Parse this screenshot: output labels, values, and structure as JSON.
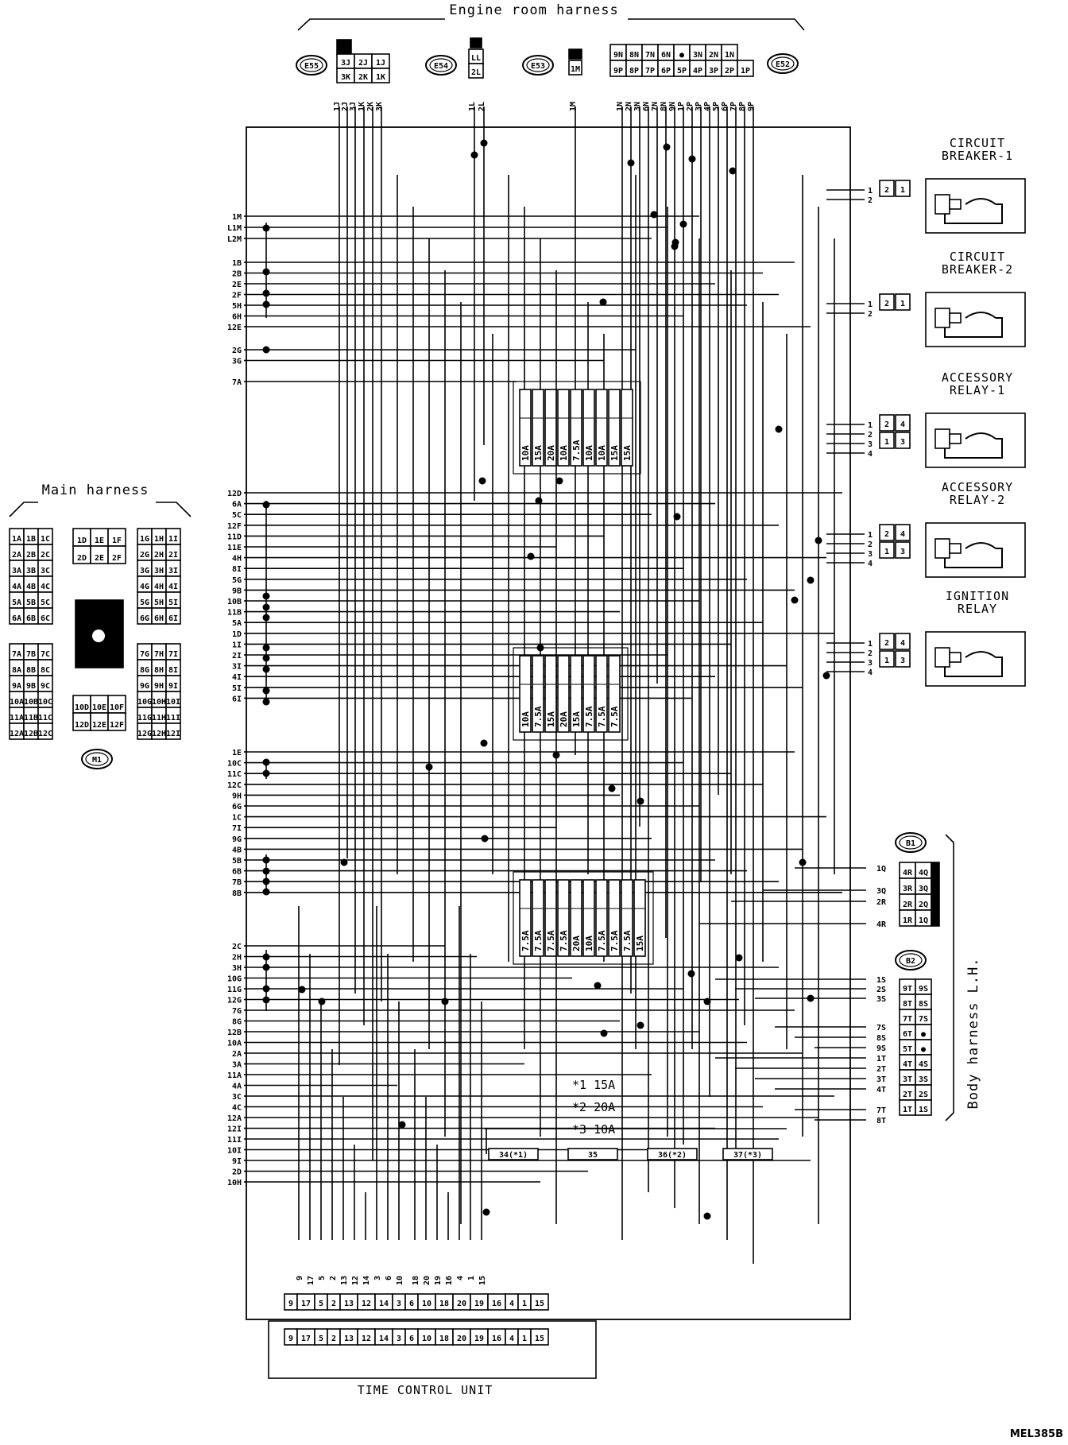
{
  "engine_room_harness": {
    "title": "Engine room harness",
    "connectors": [
      {
        "id": "E55",
        "pins": [
          [
            "3J",
            "2J",
            "1J"
          ],
          [
            "3K",
            "2K",
            "1K"
          ]
        ]
      },
      {
        "id": "E54",
        "pins": [
          [
            "LL"
          ],
          [
            "2L"
          ]
        ]
      },
      {
        "id": "E53",
        "pins": [
          [
            "1M"
          ]
        ]
      },
      {
        "id": "E52",
        "pins": [
          [
            "9N",
            "8N",
            "7N",
            "6N",
            "●",
            "3N",
            "2N",
            "1N"
          ],
          [
            "9P",
            "8P",
            "7P",
            "6P",
            "5P",
            "4P",
            "3P",
            "2P",
            "1P"
          ]
        ]
      }
    ],
    "top_pins": [
      "1J",
      "2J",
      "3J",
      "1K",
      "2K",
      "3K",
      "1L",
      "2L",
      "1M",
      "1N",
      "2N",
      "3N",
      "6N",
      "7N",
      "8N",
      "9N",
      "1P",
      "2P",
      "3P",
      "4P",
      "5P",
      "6P",
      "7P",
      "8P",
      "9P"
    ]
  },
  "main_harness": {
    "title": "Main harness",
    "connector_id": "M1",
    "grid_top_left": [
      [
        "1A",
        "1B",
        "1C"
      ],
      [
        "2A",
        "2B",
        "2C"
      ],
      [
        "3A",
        "3B",
        "3C"
      ],
      [
        "4A",
        "4B",
        "4C"
      ],
      [
        "5A",
        "5B",
        "5C"
      ],
      [
        "6A",
        "6B",
        "6C"
      ]
    ],
    "grid_top_mid": [
      [
        "1D",
        "1E",
        "1F"
      ],
      [
        "2D",
        "2E",
        "2F"
      ]
    ],
    "grid_top_right": [
      [
        "1G",
        "1H",
        "1I"
      ],
      [
        "2G",
        "2H",
        "2I"
      ],
      [
        "3G",
        "3H",
        "3I"
      ],
      [
        "4G",
        "4H",
        "4I"
      ],
      [
        "5G",
        "5H",
        "5I"
      ],
      [
        "6G",
        "6H",
        "6I"
      ]
    ],
    "grid_bot_left": [
      [
        "7A",
        "7B",
        "7C"
      ],
      [
        "8A",
        "8B",
        "8C"
      ],
      [
        "9A",
        "9B",
        "9C"
      ],
      [
        "10A",
        "10B",
        "10C"
      ],
      [
        "11A",
        "11B",
        "11C"
      ],
      [
        "12A",
        "12B",
        "12C"
      ]
    ],
    "grid_bot_mid": [
      [
        "10D",
        "10E",
        "10F"
      ],
      [
        "12D",
        "12E",
        "12F"
      ]
    ],
    "grid_bot_right": [
      [
        "7G",
        "7H",
        "7I"
      ],
      [
        "8G",
        "8H",
        "8I"
      ],
      [
        "9G",
        "9H",
        "9I"
      ],
      [
        "10G",
        "10H",
        "10I"
      ],
      [
        "11G",
        "11H",
        "11I"
      ],
      [
        "12G",
        "12H",
        "12I"
      ]
    ]
  },
  "left_pins": {
    "group1": [
      "1M",
      "L1M",
      "L2M"
    ],
    "group2": [
      "1B",
      "2B",
      "2E",
      "2F",
      "5H",
      "6H",
      "12E"
    ],
    "group3": [
      "2G",
      "3G"
    ],
    "group4": [
      "7A"
    ],
    "group5": [
      "12D",
      "6A",
      "5C",
      "12F",
      "11D",
      "11E",
      "4H",
      "8I",
      "5G",
      "9B",
      "10B",
      "11B",
      "5A",
      "1D",
      "1I",
      "2I",
      "3I",
      "4I",
      "5I",
      "6I"
    ],
    "group6": [
      "1E",
      "10C",
      "11C",
      "12C",
      "9H",
      "6G",
      "1C",
      "7I",
      "9G",
      "4B",
      "5B",
      "6B",
      "7B",
      "8B"
    ],
    "group7": [
      "2C",
      "2H",
      "3H",
      "10G",
      "11G",
      "12G",
      "7G",
      "8G",
      "12B",
      "10A",
      "2A",
      "3A",
      "11A",
      "4A",
      "3C",
      "4C",
      "12A",
      "12I",
      "11I",
      "10I",
      "9I",
      "2D",
      "10H"
    ]
  },
  "fuse_blocks": {
    "block1": [
      "10A",
      "15A",
      "20A",
      "10A",
      "7.5A",
      "10A",
      "10A",
      "15A",
      "15A"
    ],
    "block2": [
      "10A",
      "7.5A",
      "15A",
      "20A",
      "15A",
      "7.5A",
      "7.5A",
      "7.5A"
    ],
    "block3": [
      "7.5A",
      "7.5A",
      "7.5A",
      "7.5A",
      "20A",
      "10A",
      "7.5A",
      "7.5A",
      "7.5A",
      "15A"
    ],
    "bottom": [
      "34(*1)",
      "35",
      "36(*2)",
      "37(*3)"
    ]
  },
  "legend": [
    "*1  15A",
    "*2  20A",
    "*3  10A"
  ],
  "right_components": [
    {
      "name_lines": [
        "CIRCUIT",
        "BREAKER-1"
      ],
      "pins": [
        "1",
        "2"
      ],
      "pin_boxes": [
        "2",
        "1"
      ]
    },
    {
      "name_lines": [
        "CIRCUIT",
        "BREAKER-2"
      ],
      "pins": [
        "1",
        "2"
      ],
      "pin_boxes": [
        "2",
        "1"
      ]
    },
    {
      "name_lines": [
        "ACCESSORY",
        "RELAY-1"
      ],
      "pins": [
        "1",
        "2",
        "3",
        "4"
      ],
      "pin_boxes": [
        "2",
        "4",
        "1",
        "3"
      ]
    },
    {
      "name_lines": [
        "ACCESSORY",
        "RELAY-2"
      ],
      "pins": [
        "1",
        "2",
        "3",
        "4"
      ],
      "pin_boxes": [
        "2",
        "4",
        "1",
        "3"
      ]
    },
    {
      "name_lines": [
        "IGNITION",
        "RELAY"
      ],
      "pins": [
        "1",
        "2",
        "3",
        "4"
      ],
      "pin_boxes": [
        "2",
        "4",
        "1",
        "3"
      ]
    }
  ],
  "body_harness": {
    "title": "Body harness L.H.",
    "b1": {
      "id": "B1",
      "grid": [
        [
          "4R",
          "4Q"
        ],
        [
          "3R",
          "3Q"
        ],
        [
          "2R",
          "2Q"
        ],
        [
          "1R",
          "1Q"
        ]
      ]
    },
    "b2": {
      "id": "B2",
      "grid": [
        [
          "9T",
          "9S"
        ],
        [
          "8T",
          "8S"
        ],
        [
          "7T",
          "7S"
        ],
        [
          "6T",
          "●"
        ],
        [
          "5T",
          "●"
        ],
        [
          "4T",
          "4S"
        ],
        [
          "3T",
          "3S"
        ],
        [
          "2T",
          "2S"
        ],
        [
          "1T",
          "1S"
        ]
      ]
    },
    "right_pins_b1": [
      "1Q",
      "3Q",
      "2R",
      "4R"
    ],
    "right_pins_b2": [
      "1S",
      "2S",
      "3S",
      "7S",
      "8S",
      "9S",
      "1T",
      "2T",
      "3T",
      "4T",
      "7T",
      "8T"
    ]
  },
  "time_control_unit": {
    "title": "TIME CONTROL UNIT",
    "pins": [
      "9",
      "17",
      "5",
      "2",
      "13",
      "12",
      "14",
      "3",
      "6",
      "10",
      "18",
      "20",
      "19",
      "16",
      "4",
      "1",
      "15"
    ]
  },
  "figure_code": "MEL385B"
}
